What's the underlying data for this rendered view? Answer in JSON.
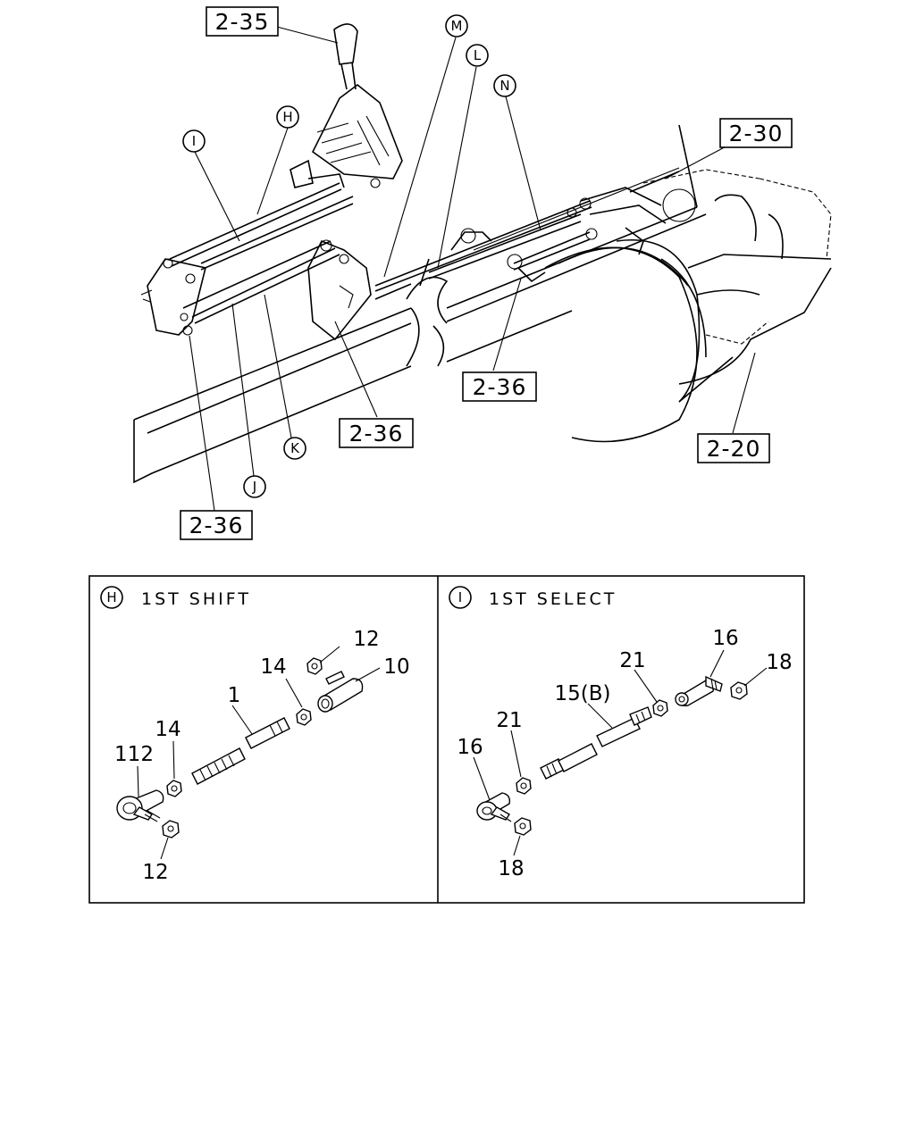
{
  "diagram": {
    "references": {
      "shift_lever": "2-35",
      "transmission_top": "2-30",
      "bracket_center": "2-36",
      "bracket_right": "2-36",
      "bracket_left": "2-36",
      "transmission": "2-20"
    },
    "callouts": {
      "h": "H",
      "i": "I",
      "j": "J",
      "k": "K",
      "l": "L",
      "m": "M",
      "n": "N"
    }
  },
  "panels": {
    "shift": {
      "letter": "H",
      "title": "1ST SHIFT",
      "parts": {
        "nut_top": "12",
        "nut_mid": "14",
        "ball_joint_right": "10",
        "rod": "1",
        "nut_left": "14",
        "ball_joint_left": "112",
        "nut_bottom": "12"
      }
    },
    "select": {
      "letter": "I",
      "title": "1ST SELECT",
      "parts": {
        "ball_joint_right": "16",
        "nut_right": "18",
        "nut_mid": "21",
        "rod": "15(B)",
        "nut_left": "21",
        "ball_joint_left": "16",
        "nut_bottom": "18"
      }
    }
  }
}
